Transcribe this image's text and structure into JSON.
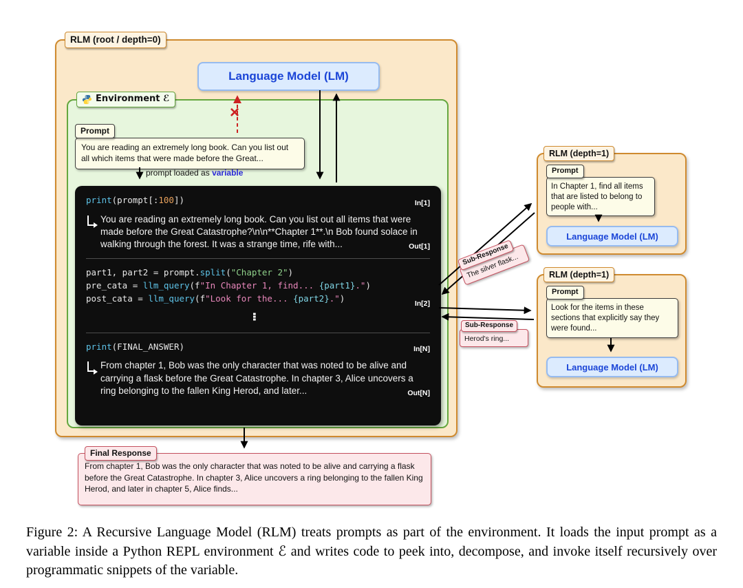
{
  "colors": {
    "orange-border": "#cf8a2e",
    "orange-bg": "#fbe8c9",
    "green-border": "#64a63e",
    "green-bg": "#e7f6dd",
    "blue-border": "#96bbf0",
    "blue-bg": "#dcebfe",
    "blue-text": "#1b45d7",
    "yellow-bg": "#fdfce8",
    "pink-bg": "#fce8ea",
    "pink-border": "#c4505e",
    "code-bg": "#0e0e0e",
    "tok-fn": "#5ec3e8",
    "tok-plain": "#e8e8e8",
    "tok-num": "#e8a15c",
    "tok-str": "#8fd08a",
    "tok-fstr": "#e887bb",
    "tok-brace": "#7fd4e4",
    "arrow": "#000000",
    "blocked": "#cc2222",
    "variable-text": "#2b2bd6"
  },
  "glyphs": {
    "ellipsis": "…",
    "cross": "×"
  },
  "icons": {
    "environment": "python-logo",
    "blocked": "red-cross-icon",
    "output_marker": "elbow-arrow-icon"
  },
  "root": {
    "title_bold": "RLM",
    "title_rest": " (root / depth=0)"
  },
  "lm": {
    "label": "Language Model (LM)"
  },
  "environment": {
    "label": "Environment ℰ"
  },
  "prompt": {
    "label": "Prompt",
    "text": "You are reading an extremely long book. Can you list out all which items that were made before the Great..."
  },
  "loaded_label": {
    "prefix": "prompt loaded as ",
    "highlight": "variable"
  },
  "repl": {
    "in1": {
      "label": "In[1]",
      "code": [
        {
          "t": "print",
          "c": "fn"
        },
        {
          "t": "(prompt[:",
          "c": "plain"
        },
        {
          "t": "100",
          "c": "num"
        },
        {
          "t": "])",
          "c": "plain"
        }
      ]
    },
    "out1": {
      "label": "Out[1]",
      "text": "You are reading an extremely long book. Can you list out all items that were made before the Great Catastrophe?\\n\\n**Chapter 1**.\\n Bob found solace in walking through the forest. It was a strange time, rife with..."
    },
    "in2": {
      "label": "In[2]",
      "lines": [
        [
          {
            "t": "part1, part2 = prompt.",
            "c": "plain"
          },
          {
            "t": "split",
            "c": "fn"
          },
          {
            "t": "(",
            "c": "plain"
          },
          {
            "t": "\"Chapter 2\"",
            "c": "str"
          },
          {
            "t": ")",
            "c": "plain"
          }
        ],
        [
          {
            "t": "pre_cata = ",
            "c": "plain"
          },
          {
            "t": "llm_query",
            "c": "fn"
          },
          {
            "t": "(f",
            "c": "plain"
          },
          {
            "t": "\"In Chapter 1, find... ",
            "c": "fstr"
          },
          {
            "t": "{part1}",
            "c": "brace"
          },
          {
            "t": ".\"",
            "c": "fstr"
          },
          {
            "t": ")",
            "c": "plain"
          }
        ],
        [
          {
            "t": "post_cata = ",
            "c": "plain"
          },
          {
            "t": "llm_query",
            "c": "fn"
          },
          {
            "t": "(f",
            "c": "plain"
          },
          {
            "t": "\"Look for the... ",
            "c": "fstr"
          },
          {
            "t": "{part2}",
            "c": "brace"
          },
          {
            "t": ".\"",
            "c": "fstr"
          },
          {
            "t": ")",
            "c": "plain"
          }
        ]
      ]
    },
    "inN": {
      "label": "In[N]",
      "code": [
        {
          "t": "print",
          "c": "fn"
        },
        {
          "t": "(FINAL_ANSWER)",
          "c": "plain"
        }
      ]
    },
    "outN": {
      "label": "Out[N]",
      "text": "From chapter 1, Bob was the only character that was noted to be alive and carrying a flask before the Great Catastrophe. In chapter 3, Alice uncovers a ring belonging to the fallen King Herod, and later..."
    }
  },
  "sub_rlm_1": {
    "title_bold": "RLM",
    "title_rest": " (depth=1)",
    "prompt_label": "Prompt",
    "prompt_text": "In Chapter 1, find all items that are listed to belong to people with...",
    "lm_label": "Language Model (LM)"
  },
  "sub_rlm_2": {
    "title_bold": "RLM",
    "title_rest": " (depth=1)",
    "prompt_label": "Prompt",
    "prompt_text": "Look for the items in these sections that explicitly say they were found...",
    "lm_label": "Language Model (LM)"
  },
  "sub_response_1": {
    "label": "Sub-Response",
    "text": "The silver flask..."
  },
  "sub_response_2": {
    "label": "Sub-Response",
    "text": "Herod's ring..."
  },
  "final_response": {
    "label": "Final Response",
    "text": "From chapter 1, Bob was the only character that was noted to be alive and carrying a flask before the Great Catastrophe. In chapter 3, Alice uncovers a ring belonging to the fallen King Herod, and later in chapter 5, Alice finds..."
  },
  "caption": {
    "text": "Figure 2: A Recursive Language Model (RLM) treats prompts as part of the environment. It loads the input prompt as a variable inside a Python REPL environment ℰ and writes code to peek into, decompose, and invoke itself recursively over programmatic snippets of the variable."
  }
}
